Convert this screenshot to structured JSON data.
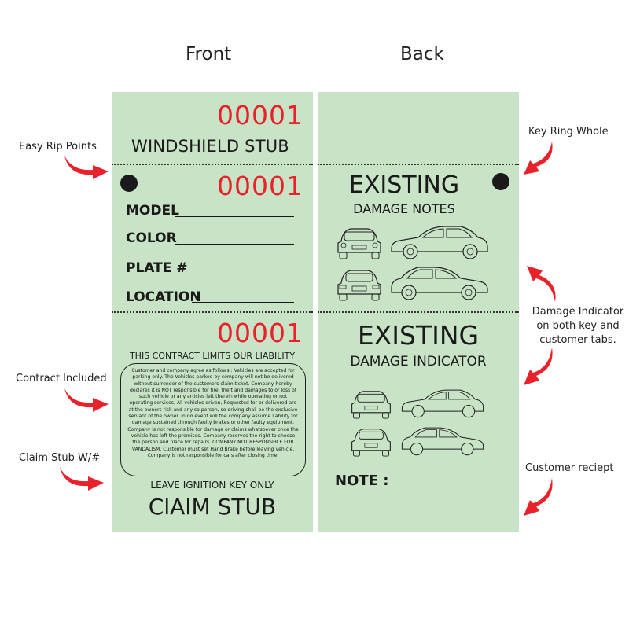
{
  "headings": {
    "front": "Front",
    "back": "Back"
  },
  "front": {
    "stub_number": "00001",
    "windshield_stub": "WINDSHIELD STUB",
    "key_tag_number": "00001",
    "fields": [
      "MODEL",
      "COLOR",
      "PLATE #",
      "LOCATION"
    ],
    "claim_number": "00001",
    "contract_title": "THIS CONTRACT LIMITS OUR LIABILITY",
    "contract_text": "Customer and company agree as follows : Vehicles are accepted for parking only. The Vehicles parked by company will not be delivered without surrender of the customers claim ticket. Company hereby declares it is NOT responsible for fire, theft and damages to or loss of such vehicle or any articles left therein while operating or not operating services. All vehicles driven, Requested for or delivered are at the owners risk and any so person, so driving shall be the exclusive servant of the owner. In no event will the company assume liability for damage sustained through faulty brakes or other faulty equipment. Company is not responsible for damage or claims whatsoever once the vehicle has left the premises. Company reserves the right to choose the person and place for repairs. COMPANY NOT RESPONSIBLE FOR VANDALISM. Customer must set Hand Brake before leaving vehicle. Company is not responsible for cars after closing time.",
    "ignition_note": "LEAVE IGNITION KEY ONLY",
    "claim_stub": "ClAIM STUB"
  },
  "back": {
    "notes_title": "EXISTING",
    "notes_subtitle": "DAMAGE NOTES",
    "indicator_title": "EXISTING",
    "indicator_subtitle": "DAMAGE INDICATOR",
    "note_label": "NOTE :"
  },
  "annotations": {
    "easy_rip": "Easy Rip Points",
    "contract_included": "Contract Included",
    "claim_stub": "Claim Stub W/#",
    "key_ring": "Key Ring Whole",
    "damage_indicator": "Damage Indicator on both key and customer tabs.",
    "customer_receipt": "Customer reciept"
  },
  "colors": {
    "card": "#c8e3c6",
    "number": "#e8212b",
    "arrow": "#e8212b"
  },
  "icons": [
    "car-front-icon",
    "car-side-icon",
    "car-rear-icon",
    "car-side-left-icon",
    "red-arrow-icon"
  ]
}
